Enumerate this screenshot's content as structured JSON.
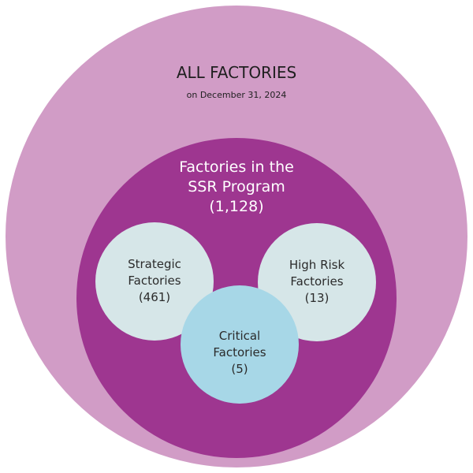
{
  "colors": {
    "all_factories": "#d19cc6",
    "ssr_program": "#9e3690",
    "strategic": "#d6e6e8",
    "high_risk": "#d6e6e8",
    "critical": "#a7d7e7"
  },
  "all_factories": {
    "title": "ALL FACTORIES",
    "date": "on December 31, 2024"
  },
  "ssr_program": {
    "line1": "Factories in the",
    "line2": "SSR Program",
    "count": "(1,128)"
  },
  "strategic": {
    "line1": "Strategic",
    "line2": "Factories",
    "count": "(461)"
  },
  "high_risk": {
    "line1": "High Risk",
    "line2": "Factories",
    "count": "(13)"
  },
  "critical": {
    "line1": "Critical",
    "line2": "Factories",
    "count": "(5)"
  }
}
